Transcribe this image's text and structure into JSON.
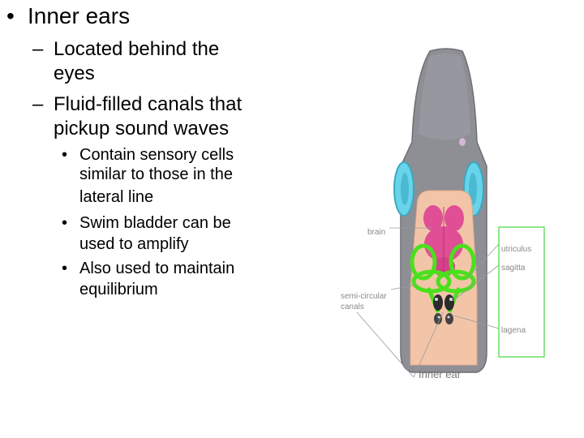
{
  "bullets": {
    "title": "Inner ears",
    "sub1_line1": "Located behind the",
    "sub1_line2": "eyes",
    "sub2_line1": "Fluid-filled canals that",
    "sub2_line2": "pickup sound waves",
    "pt1_line1": "Contain sensory cells",
    "pt1_line2": "similar to those in the",
    "pt1_line3": "lateral line",
    "pt2_line1": "Swim bladder can be",
    "pt2_line2": "used to amplify",
    "pt3_line1": "Also used to maintain",
    "pt3_line2": "equilibrium"
  },
  "markers": {
    "bullet_l1": "•",
    "dash_l2": "–",
    "bullet_l3": "•"
  },
  "diagram": {
    "label_brain": "brain",
    "label_semi_1": "semi-circular",
    "label_semi_2": "canals",
    "label_utriculus": "utriculus",
    "label_sagitta": "sagitta",
    "label_lagena": "lagena",
    "label_caption": "Inner ear"
  },
  "colors": {
    "head": "#8e8e95",
    "head_tip": "#b9a6c4",
    "eye": "#67d4ea",
    "skull": "#f3c5a8",
    "brain": "#e04e96",
    "canals": "#4be01d",
    "otolith": "#2b2b2b",
    "box": "#3fd83f",
    "pointer": "#9a9a9a"
  }
}
